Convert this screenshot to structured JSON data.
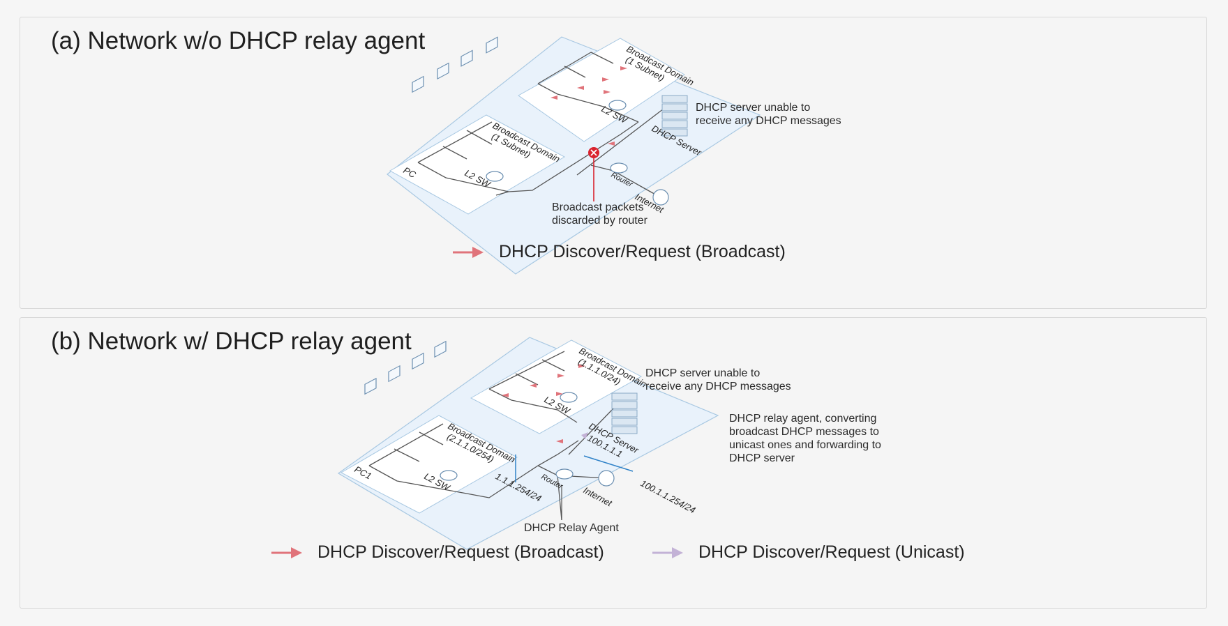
{
  "colors": {
    "broadcast": "#e0737a",
    "unicast": "#c3b2d6",
    "error": "#d9232e",
    "plane": "#e9f2fb",
    "plane_edge": "#a8c8e2",
    "wire": "#555555",
    "relay_link": "#2f82c8"
  },
  "panel_a": {
    "title": "(a) Network w/o DHCP relay agent",
    "domain_back": "Broadcast Domain\n(1 Subnet)",
    "domain_front": "Broadcast Domain\n(1 Subnet)",
    "pc_label": "PC",
    "switch_back": "L2 SW",
    "switch_front": "L2 SW",
    "server_label": "DHCP Server",
    "router_label": "Router",
    "internet_label": "Internet",
    "server_note": "DHCP server unable to\nreceive any DHCP messages",
    "discard_note": "Broadcast packets\ndiscarded by router",
    "legend": [
      {
        "icon": "broadcast-arrow-icon",
        "label": "DHCP Discover/Request (Broadcast)"
      }
    ]
  },
  "panel_b": {
    "title": "(b) Network w/ DHCP relay agent",
    "domain_back": "Broadcast Domain\n(1.1.1.0/24)",
    "domain_front": "Broadcast Domain\n(2.1.1.0/254)",
    "pc_label": "PC1",
    "switch_back": "L2 SW",
    "switch_front": "L2 SW",
    "server_label": "DHCP Server",
    "server_ip": "100.1.1.1",
    "router_label": "Router",
    "internet_label": "Internet",
    "router_ip_left": "1.1.1.254/24",
    "router_ip_right": "100.1.1.254/24",
    "relay_label": "DHCP Relay Agent",
    "server_note": "DHCP server unable to\nreceive any DHCP messages",
    "relay_note": "DHCP relay agent, converting\nbroadcast DHCP messages to\nunicast ones and forwarding to\nDHCP server",
    "legend": [
      {
        "icon": "broadcast-arrow-icon",
        "label": "DHCP Discover/Request (Broadcast)"
      },
      {
        "icon": "unicast-arrow-icon",
        "label": "DHCP Discover/Request (Unicast)"
      }
    ]
  }
}
